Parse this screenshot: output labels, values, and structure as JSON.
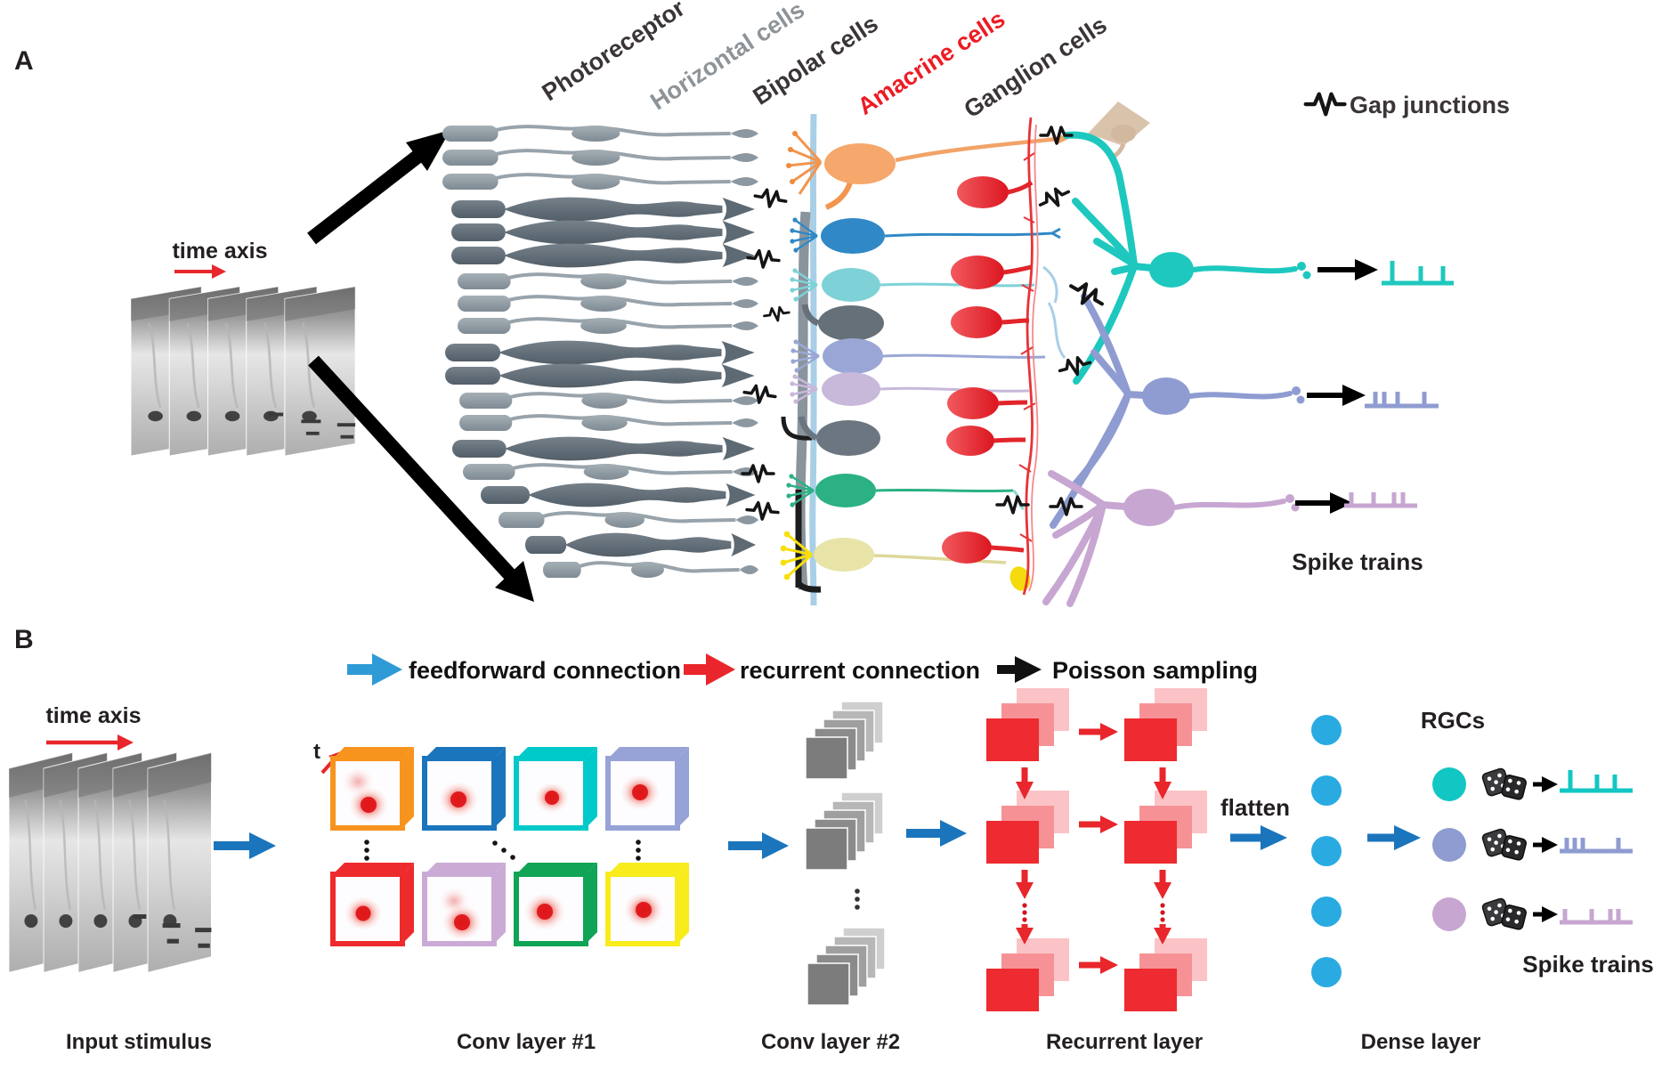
{
  "figure": {
    "type": "retina-circuit-and-cnn-model-diagram",
    "panel_a": {
      "label": "A",
      "time_axis_label": "time axis",
      "cell_labels": {
        "photoreceptor": "Photoreceptor",
        "horizontal": "Horizontal cells",
        "bipolar": "Bipolar cells",
        "amacrine": "Amacrine cells",
        "ganglion": "Ganglion cells"
      },
      "gap_junctions_label": "Gap junctions",
      "spike_trains_label": "Spike trains",
      "icons": [
        "gap-junction-icon",
        "black-arrow-icon",
        "spike-train-glyph"
      ],
      "ganglion_colors": [
        "#1ec8be",
        "#8f9cd1",
        "#c7a6d1"
      ],
      "amacrine_color": "#e2252b",
      "horizontal_cell_color": "#657078"
    },
    "panel_b": {
      "label": "B",
      "time_axis_label": "time axis",
      "legend": {
        "feedforward": {
          "text": "feedforward connection",
          "color": "#1b75bc"
        },
        "recurrent": {
          "text": "recurrent connection",
          "color": "#e8262b"
        },
        "poisson": {
          "text": "Poisson sampling",
          "color": "#111111"
        }
      },
      "t_label": "t",
      "flatten_label": "flatten",
      "rgcs_label": "RGCs",
      "spike_trains_label": "Spike trains",
      "layer_labels": {
        "input": "Input stimulus",
        "conv1": "Conv layer #1",
        "conv2": "Conv layer #2",
        "recurrent": "Recurrent layer",
        "dense": "Dense layer"
      },
      "conv1_filter_colors": [
        "#f7941e",
        "#1b75bc",
        "#00c9c9",
        "#97a3d7",
        "#ee2b2c",
        "#cbabd6",
        "#0fa456",
        "#f8ec1c"
      ],
      "conv2_stack_grays": [
        "#7c7c7c",
        "#8b8b8b",
        "#9f9f9f",
        "#b7b7b7",
        "#cfcfcf"
      ],
      "recurrent_reds": [
        "#ed2b30",
        "#f69296",
        "#fbc3c6"
      ],
      "dense_node_color": "#29abe2",
      "rgc_node_colors": [
        "#12c7c3",
        "#8f9cd1",
        "#c7a6d1"
      ],
      "icons": [
        "dice-icon",
        "ellipsis-dots-icon",
        "blue-arrow-icon",
        "red-arrow-icon",
        "black-arrow-icon"
      ]
    }
  }
}
